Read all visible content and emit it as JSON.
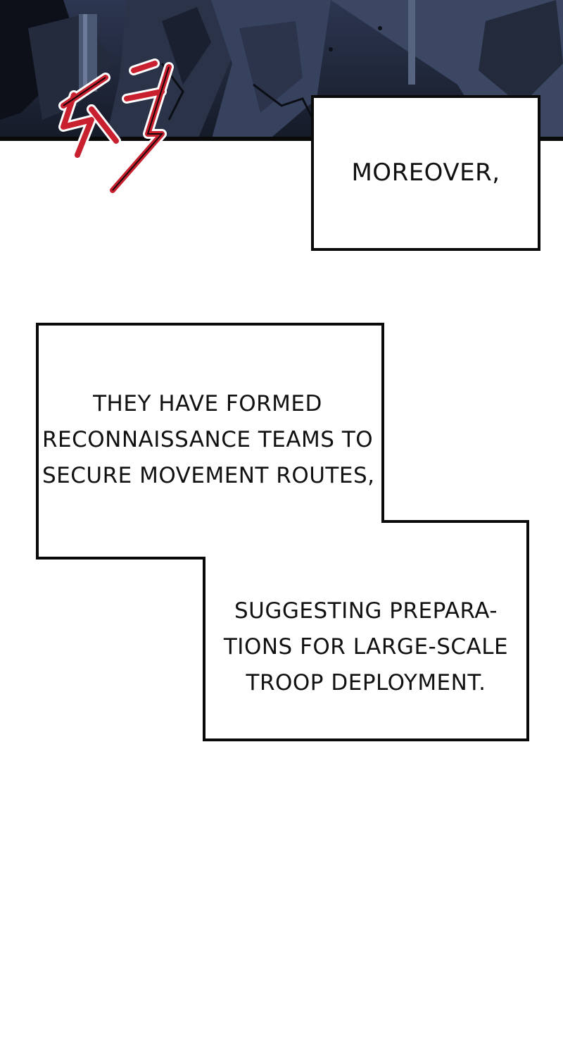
{
  "colors": {
    "background": "#ffffff",
    "border": "#0a0a0a",
    "text": "#111111",
    "art_dark": "#1b2232",
    "art_mid": "#33405a",
    "sfx_red": "#c8202e"
  },
  "captions": {
    "first": [
      "MOREOVER,"
    ],
    "second": [
      "THEY HAVE FORMED",
      "RECONNAISSANCE TEAMS TO",
      "SECURE MOVEMENT ROUTES,"
    ],
    "third": [
      "SUGGESTING PREPARA-",
      "TIONS FOR LARGE-SCALE",
      "TROOP DEPLOYMENT."
    ]
  },
  "sound_effect": "척"
}
